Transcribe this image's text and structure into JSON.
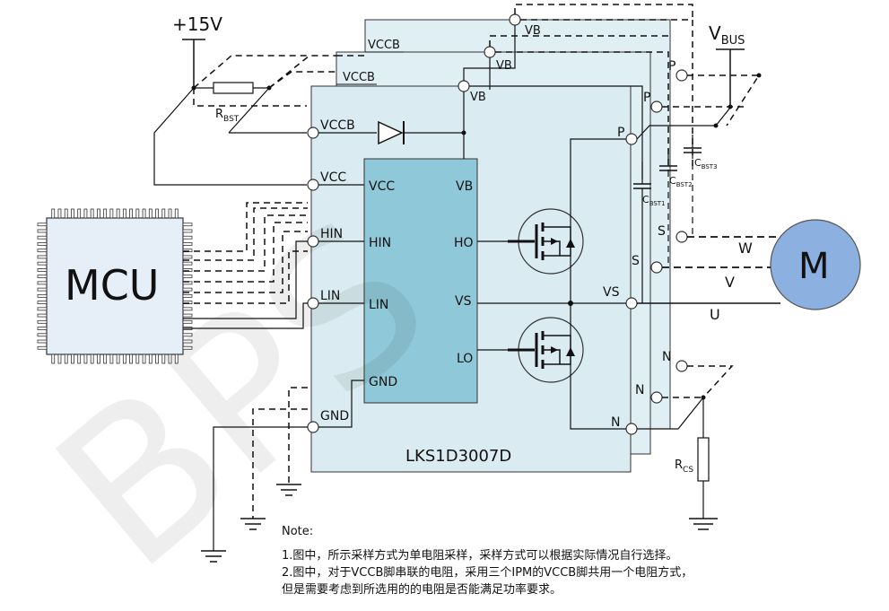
{
  "watermark": "BPS",
  "power": {
    "v15": "+15V",
    "vbus": "V",
    "vbus_sub": "BUS"
  },
  "mcu": {
    "label": "MCU"
  },
  "ipm": {
    "name": "LKS1D3007D",
    "left_pins": [
      "VCCB",
      "VCC",
      "HIN",
      "LIN",
      "GND"
    ],
    "right_pins": [
      "P",
      "VS",
      "N"
    ],
    "driver_pins_left": [
      "VCC",
      "HIN",
      "LIN",
      "GND"
    ],
    "driver_pins_right": [
      "VB",
      "HO",
      "VS",
      "LO"
    ],
    "vb_top": "VB"
  },
  "back_ipms": {
    "vccb": [
      "VCCB",
      "VCCB"
    ],
    "vb": [
      "VB",
      "VB"
    ],
    "p": [
      "P",
      "P"
    ],
    "s": [
      "S",
      "S"
    ],
    "n": [
      "N",
      "N"
    ]
  },
  "resistors": {
    "rbst": "R",
    "rbst_sub": "BST",
    "rcs": "R",
    "rcs_sub": "CS"
  },
  "capacitors": {
    "c1": "C",
    "c1_sub": "BST1",
    "c2": "C",
    "c2_sub": "BST2",
    "c3": "C",
    "c3_sub": "BST3"
  },
  "motor": {
    "label": "M",
    "phases": [
      "W",
      "V",
      "U"
    ]
  },
  "note": {
    "title": "Note:",
    "lines": [
      "1.图中，所示采样方式为单电阻采样，采样方式可以根据实际情况自行选择。",
      "2.图中，对于VCCB脚串联的电阻，采用三个IPM的VCCB脚共用一个电阻方式，",
      "但是需要考虑到所选用的的电阻是否能满足功率要求。"
    ]
  },
  "colors": {
    "ipm_fill": "#daecf1",
    "ipm_back": "#dfeff4",
    "driver_fill": "#8fc8d8",
    "mcu_fill": "#e6eef7",
    "motor_fill": "#8cb0e0"
  }
}
